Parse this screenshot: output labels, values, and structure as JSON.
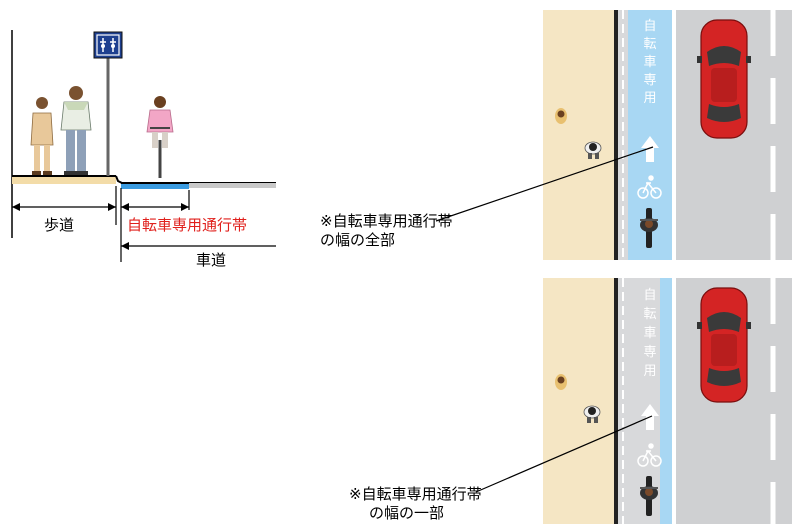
{
  "cross_section": {
    "sidewalk_label": "歩道",
    "bike_lane_label": "自転車専用通行帯",
    "roadway_label": "車道"
  },
  "top_panel": {
    "lane_marking": [
      "自",
      "転",
      "車",
      "専",
      "用"
    ],
    "note_line1": "※自転車専用通行帯",
    "note_line2": "の幅の全部"
  },
  "bottom_panel": {
    "lane_marking": [
      "自",
      "転",
      "車",
      "専",
      "用"
    ],
    "note_line1": "※自転車専用通行帯",
    "note_line2": "の幅の一部"
  },
  "colors": {
    "sidewalk": "#f5e6c4",
    "bike_lane": "#a8d7f3",
    "roadway": "#cfd0d2",
    "car": "#d42424",
    "label_red": "#e0201c"
  }
}
